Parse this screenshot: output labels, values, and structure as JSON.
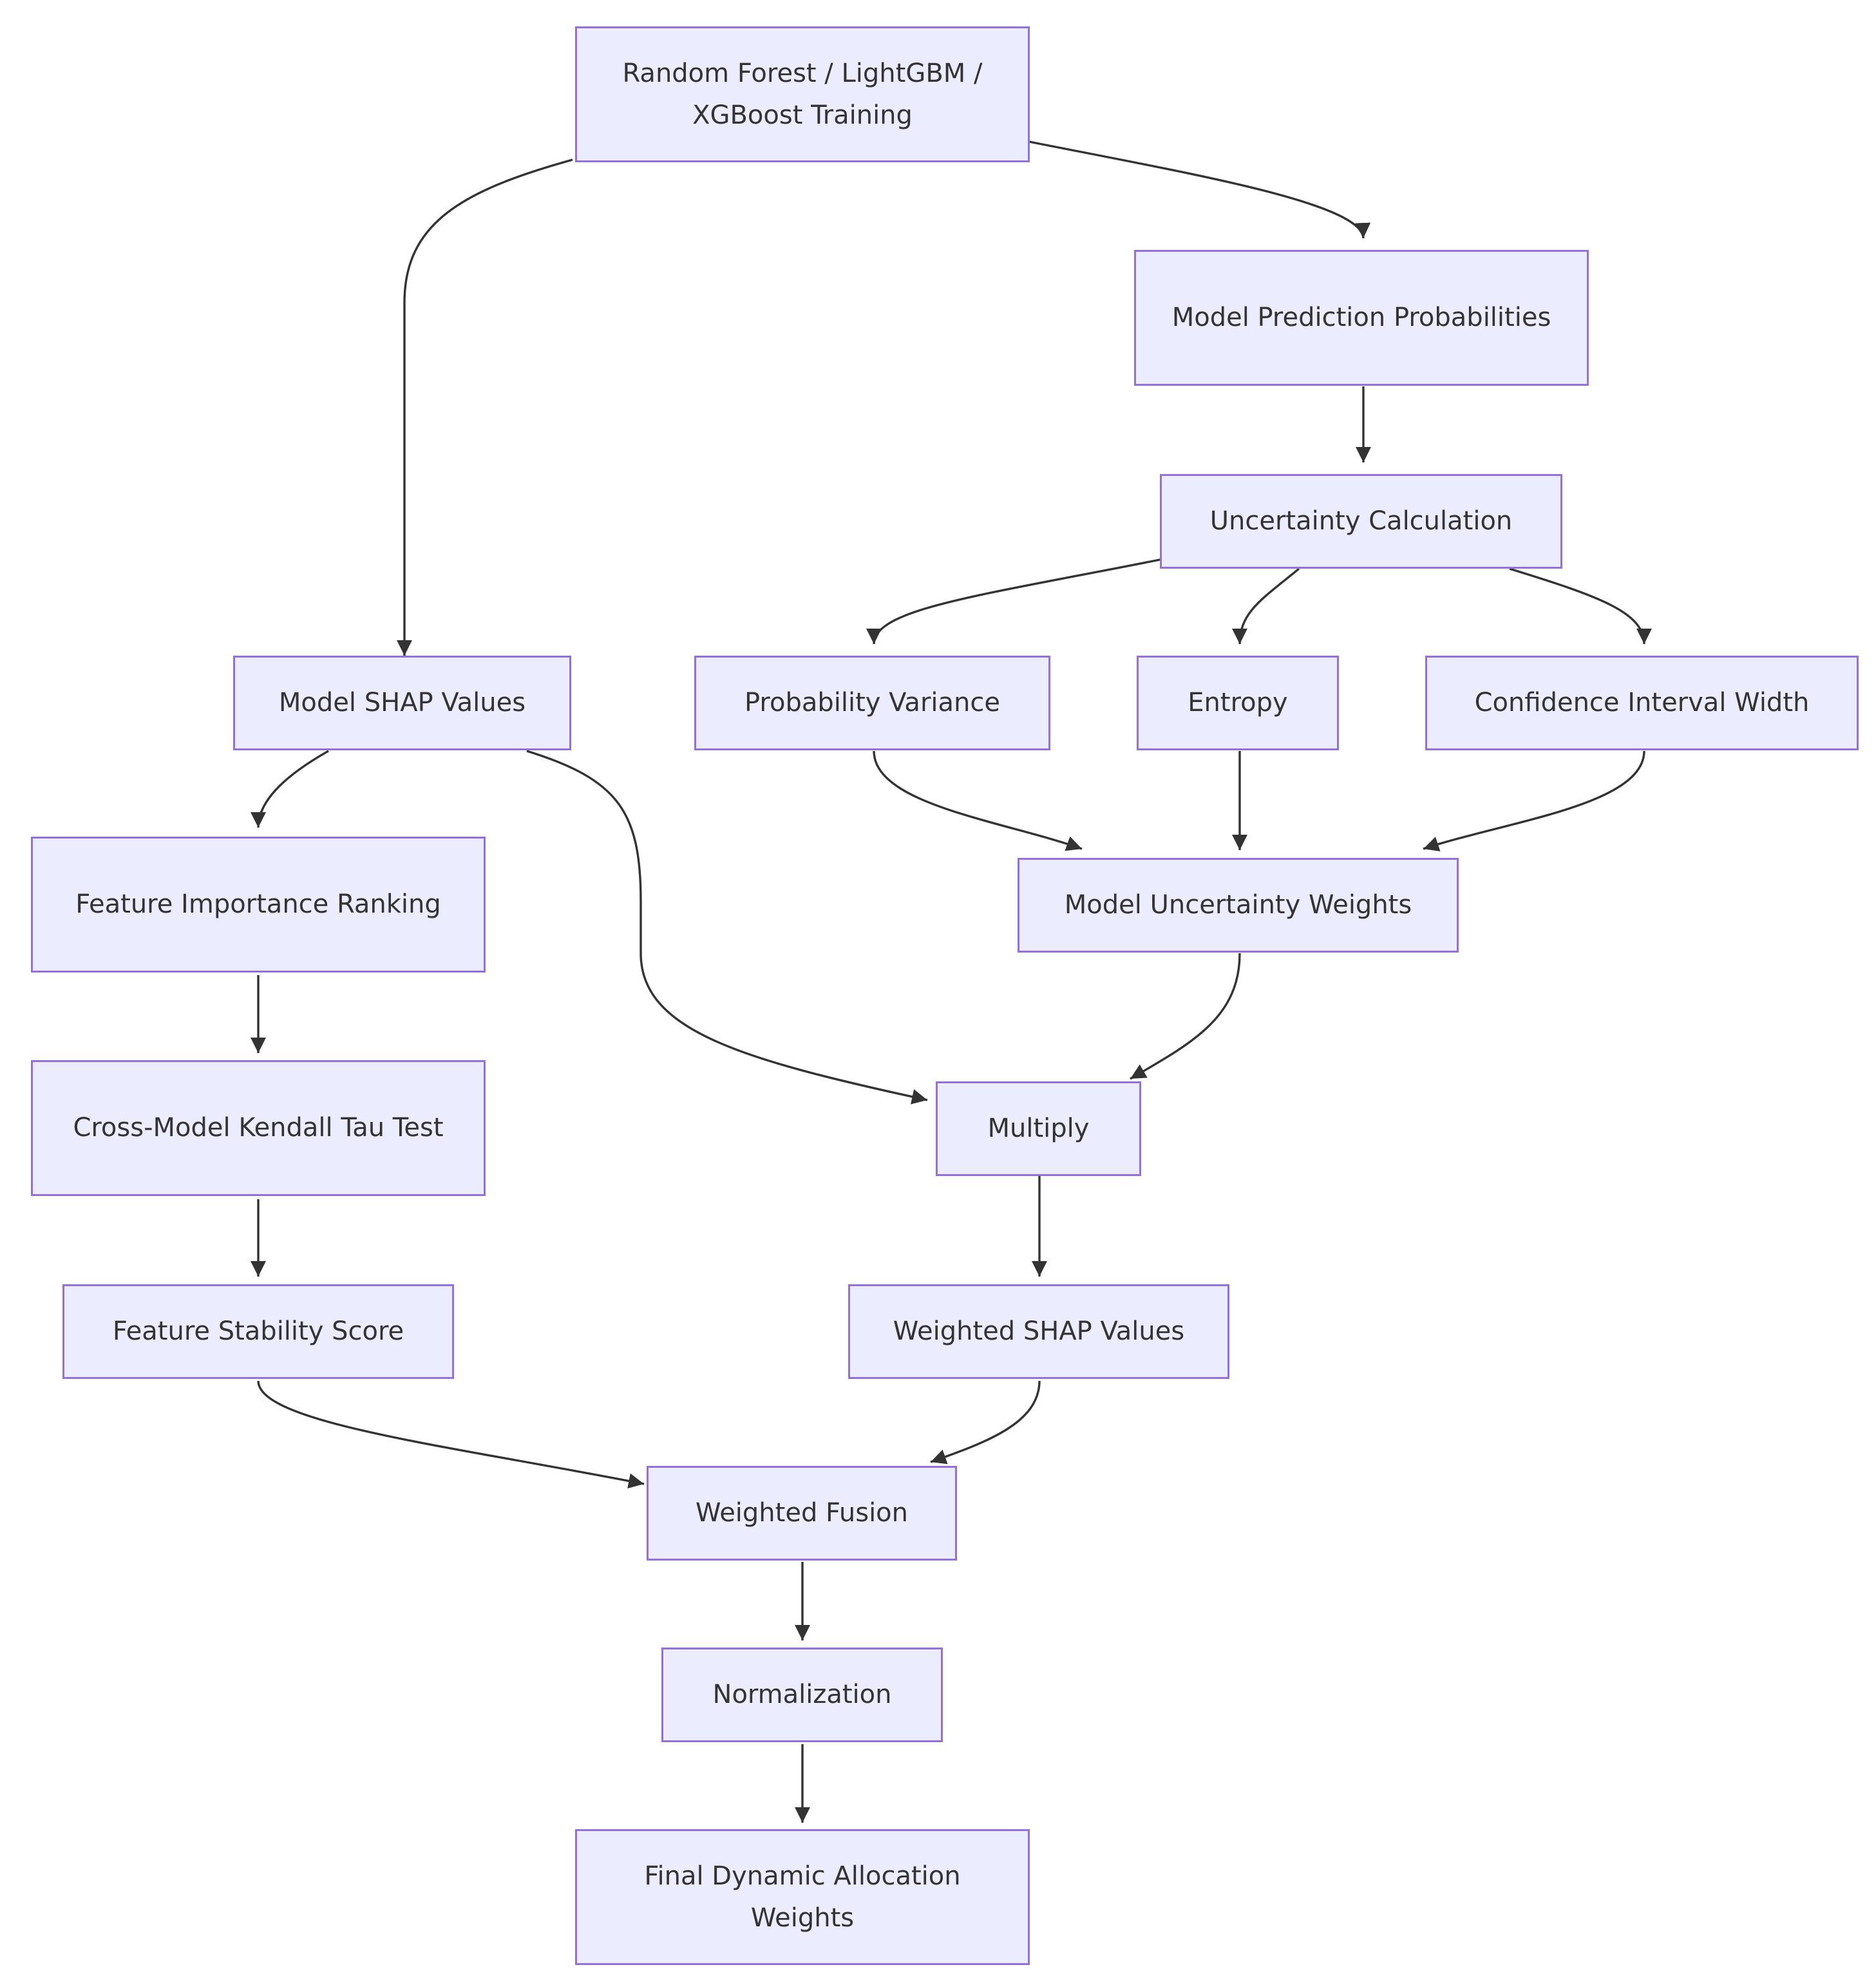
{
  "nodes": {
    "training": "Random Forest / LightGBM / XGBoost Training",
    "prediction": "Model Prediction Probabilities",
    "uncertainty": "Uncertainty Calculation",
    "shap": "Model SHAP Values",
    "variance": "Probability Variance",
    "entropy": "Entropy",
    "ci_width": "Confidence Interval Width",
    "importance": "Feature Importance Ranking",
    "unc_weights": "Model Uncertainty Weights",
    "kendall": "Cross-Model Kendall Tau Test",
    "multiply": "Multiply",
    "stability": "Feature Stability Score",
    "weighted_shap": "Weighted SHAP Values",
    "fusion": "Weighted Fusion",
    "normalization": "Normalization",
    "final": "Final Dynamic Allocation Weights"
  },
  "edges": [
    [
      "training",
      "shap"
    ],
    [
      "training",
      "prediction"
    ],
    [
      "prediction",
      "uncertainty"
    ],
    [
      "uncertainty",
      "variance"
    ],
    [
      "uncertainty",
      "entropy"
    ],
    [
      "uncertainty",
      "ci_width"
    ],
    [
      "shap",
      "importance"
    ],
    [
      "shap",
      "multiply"
    ],
    [
      "variance",
      "unc_weights"
    ],
    [
      "entropy",
      "unc_weights"
    ],
    [
      "ci_width",
      "unc_weights"
    ],
    [
      "importance",
      "kendall"
    ],
    [
      "unc_weights",
      "multiply"
    ],
    [
      "kendall",
      "stability"
    ],
    [
      "multiply",
      "weighted_shap"
    ],
    [
      "stability",
      "fusion"
    ],
    [
      "weighted_shap",
      "fusion"
    ],
    [
      "fusion",
      "normalization"
    ],
    [
      "normalization",
      "final"
    ]
  ],
  "colors": {
    "node_fill": "#ececff",
    "node_border": "#9370db",
    "edge": "#333333",
    "text": "#333333"
  }
}
